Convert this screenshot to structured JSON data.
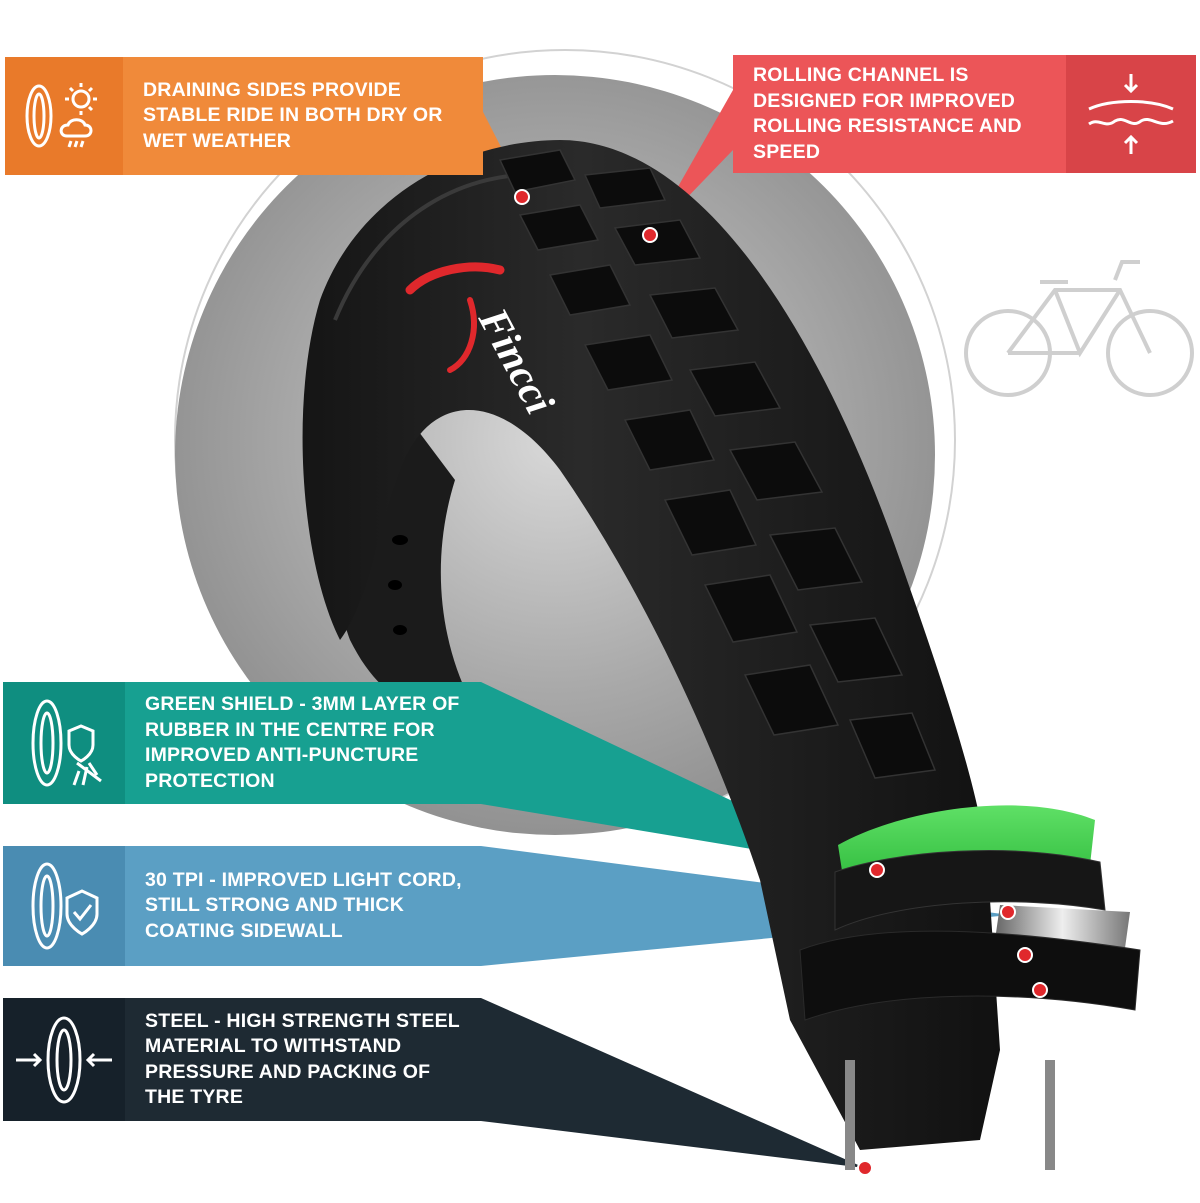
{
  "brand": {
    "logo_text": "Fincci",
    "colors": {
      "logo_red": "#e0282c",
      "logo_white": "#ffffff"
    }
  },
  "callouts": {
    "draining": {
      "text": "DRAINING SIDES PROVIDE STABLE RIDE IN BOTH DRY OR WET WEATHER",
      "icon": "tyre-sun-rain-icon",
      "color": "#f08a3a"
    },
    "rolling": {
      "text": "ROLLING CHANNEL IS DESIGNED FOR IMPROVED ROLLING RESISTANCE AND SPEED",
      "icon": "rolling-surface-arrows-icon",
      "color": "#ec5558"
    },
    "green_shield": {
      "text": "GREEN SHIELD - 3MM LAYER OF RUBBER IN THE CENTRE FOR IMPROVED ANTI-PUNCTURE PROTECTION",
      "icon": "tyre-shield-puncture-icon",
      "color": "#17a091"
    },
    "tpi": {
      "text": "30 TPI - IMPROVED LIGHT CORD, STILL STRONG AND THICK COATING SIDEWALL",
      "icon": "tyre-shield-check-icon",
      "color": "#5b9fc4"
    },
    "steel": {
      "text": "STEEL - HIGH STRENGTH STEEL MATERIAL TO WITHSTAND PRESSURE AND PACKING OF THE TYRE",
      "icon": "tyre-compress-arrows-icon",
      "color": "#1e2a33"
    }
  },
  "decor": {
    "bicycle": "bicycle-icon",
    "green_layer_color": "#3fd14a"
  }
}
